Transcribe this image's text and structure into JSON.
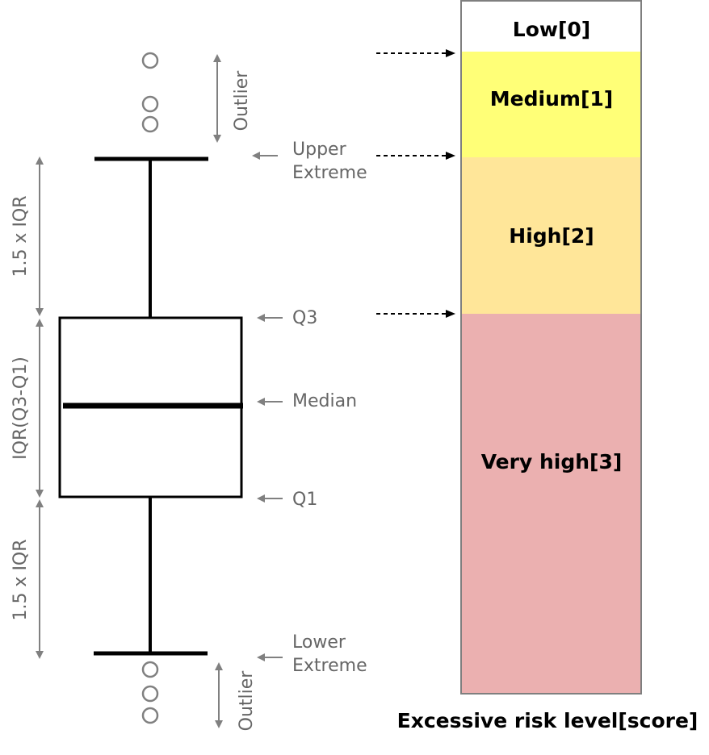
{
  "boxplot_labels": {
    "outlier_top": "Outlier",
    "outlier_bottom": "Outlier",
    "upper_extreme_1": "Upper",
    "upper_extreme_2": "Extreme",
    "q3": "Q3",
    "median": "Median",
    "q1": "Q1",
    "lower_extreme_1": "Lower",
    "lower_extreme_2": "Extreme",
    "upper_span": "1.5 x IQR",
    "iqr_span": "IQR(Q3-Q1)",
    "lower_span": "1.5 x IQR"
  },
  "risk_levels": [
    {
      "label": "Low[0]",
      "color": "#ffffff"
    },
    {
      "label": "Medium[1]",
      "color": "#ffff77"
    },
    {
      "label": "High[2]",
      "color": "#ffe699"
    },
    {
      "label": "Very high[3]",
      "color": "#ebb0b0"
    }
  ],
  "caption": "Excessive risk level[score]",
  "colors": {
    "annotation_gray": "#808080",
    "box_stroke": "#000000",
    "bar_border": "#7f7f7f"
  }
}
